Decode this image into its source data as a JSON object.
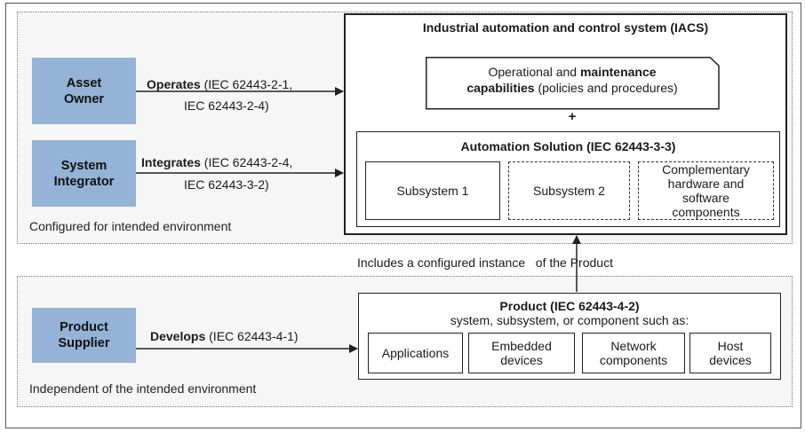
{
  "zones": {
    "top_caption": "Configured for intended environment",
    "bottom_caption": "Independent of the intended environment"
  },
  "actors": [
    {
      "label": "Asset\nOwner"
    },
    {
      "label": "System\nIntegrator"
    },
    {
      "label": "Product\nSupplier"
    }
  ],
  "relations": {
    "operates": {
      "verb": "Operates",
      "line1_rest": " (IEC 62443-2-1,",
      "line2": "IEC 62443-2-4)"
    },
    "integrates": {
      "verb": "Integrates",
      "line1_rest": " (IEC 62443-2-4,",
      "line2": "IEC 62443-3-2)"
    },
    "develops": {
      "verb": "Develops",
      "line1_rest": " (IEC 62443-4-1)"
    }
  },
  "iacs": {
    "title": "Industrial automation and control system (IACS)",
    "ops_line1_pre": "Operational and ",
    "ops_line1_bold": "maintenance",
    "ops_line2_bold": "capabilities",
    "ops_line2_rest": " (policies and procedures)",
    "plus": "+"
  },
  "automation_solution": {
    "title": "Automation Solution (IEC 62443-3-3)",
    "subsystems": [
      {
        "label": "Subsystem 1",
        "style": "solid"
      },
      {
        "label": "Subsystem 2",
        "style": "dashed"
      },
      {
        "label": "Complementary\nhardware and\nsoftware\ncomponents",
        "style": "dashed"
      }
    ]
  },
  "link_label": "Includes a configured instance   of the Product",
  "product": {
    "title": "Product (IEC 62443-4-2)",
    "subtitle": "system, subsystem, or component such as:",
    "items": [
      "Applications",
      "Embedded\ndevices",
      "Network\ncomponents",
      "Host\ndevices"
    ]
  },
  "colors": {
    "actor_fill": "#94b3d6",
    "zone_fill": "#f6f6f6",
    "line": "#222222"
  }
}
